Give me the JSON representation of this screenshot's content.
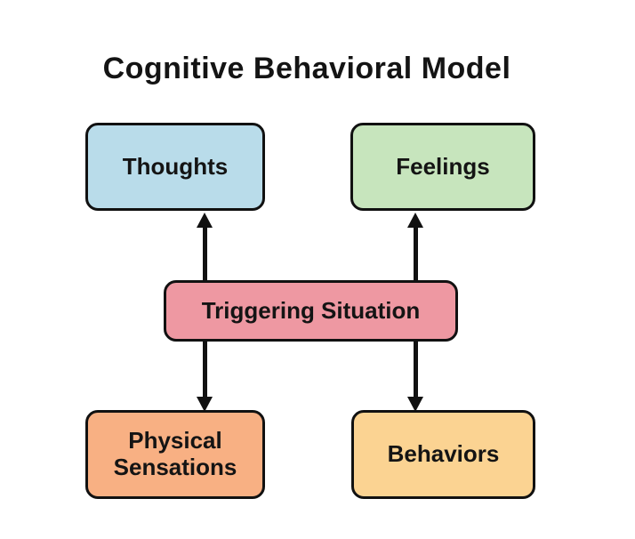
{
  "title": "Cognitive Behavioral Model",
  "diagram": {
    "type": "concept-diagram",
    "nodes": [
      {
        "id": "thoughts",
        "label": "Thoughts",
        "fill": "#B9DCEA"
      },
      {
        "id": "feelings",
        "label": "Feelings",
        "fill": "#C7E5BD"
      },
      {
        "id": "triggering-situation",
        "label": "Triggering Situation",
        "fill": "#EE98A2"
      },
      {
        "id": "physical-sensations",
        "label": "Physical Sensations",
        "fill": "#F8B083"
      },
      {
        "id": "behaviors",
        "label": "Behaviors",
        "fill": "#FBD392"
      }
    ],
    "edges": [
      {
        "from": "triggering-situation",
        "to": "thoughts",
        "direction": "up"
      },
      {
        "from": "triggering-situation",
        "to": "feelings",
        "direction": "up"
      },
      {
        "from": "triggering-situation",
        "to": "physical-sensations",
        "direction": "down"
      },
      {
        "from": "triggering-situation",
        "to": "behaviors",
        "direction": "down"
      }
    ],
    "colors": {
      "background": "#FFFFFF",
      "border": "#111111",
      "arrow": "#111111",
      "text": "#141414"
    }
  }
}
